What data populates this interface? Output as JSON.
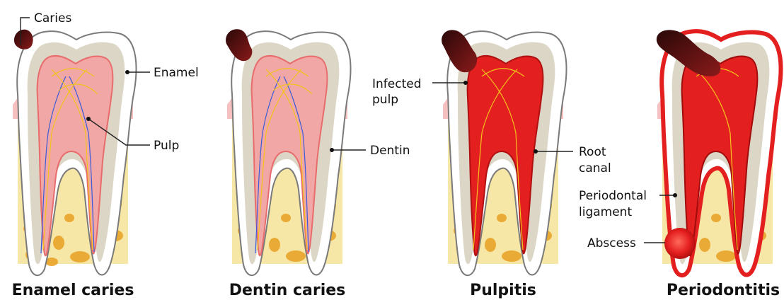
{
  "labels": {
    "caries": "Caries",
    "enamel": "Enamel",
    "pulp": "Pulp",
    "dentin": "Dentin",
    "infected_pulp_1": "Infected",
    "infected_pulp_2": "pulp",
    "root_canal_1": "Root",
    "root_canal_2": "canal",
    "periodontal_1": "Periodontal",
    "periodontal_2": "ligament",
    "abscess": "Abscess"
  },
  "captions": {
    "enamel_caries": "Enamel caries",
    "dentin_caries": "Dentin caries",
    "pulpitis": "Pulpitis",
    "periodontitis": "Periodontitis"
  },
  "colors": {
    "bone": "#f7e7a6",
    "bone_spots": "#e9a52a",
    "gum": "#f6c0c0",
    "enamel": "#ffffff",
    "dentin": "#dcd6c6",
    "pulp_healthy": "#f2a7a7",
    "pulp_infected": "#e41f1f",
    "decay": "#3a1010",
    "abscess": "#e82020",
    "nerve_yellow": "#f3c31b",
    "vessel_blue": "#3a5bd6"
  }
}
